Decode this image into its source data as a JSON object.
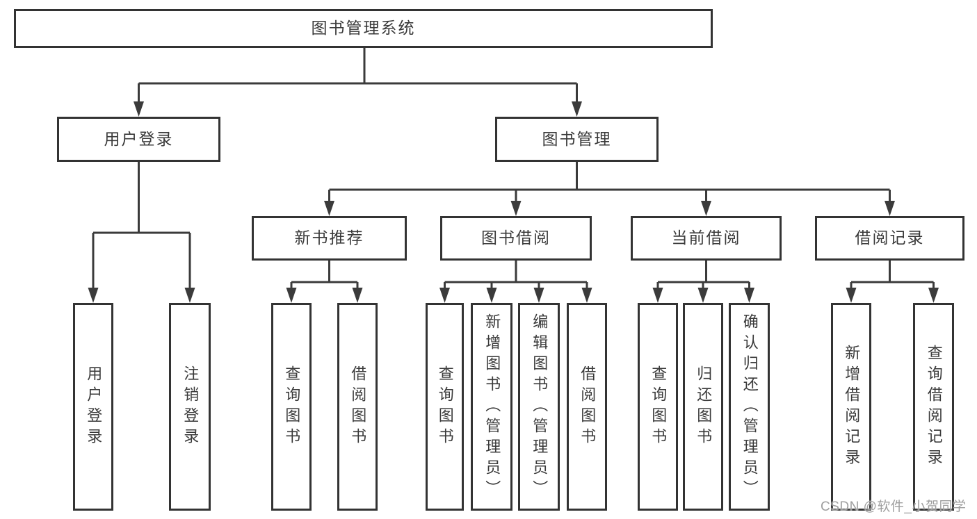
{
  "tree": {
    "label": "图书管理系统",
    "children": [
      {
        "label": "用户登录",
        "children": [
          {
            "label": "用户登录"
          },
          {
            "label": "注销登录"
          }
        ]
      },
      {
        "label": "图书管理",
        "children": [
          {
            "label": "新书推荐",
            "children": [
              {
                "label": "查询图书"
              },
              {
                "label": "借阅图书"
              }
            ]
          },
          {
            "label": "图书借阅",
            "children": [
              {
                "label": "查询图书"
              },
              {
                "label": "新增图书（管理员）"
              },
              {
                "label": "编辑图书（管理员）"
              },
              {
                "label": "借阅图书"
              }
            ]
          },
          {
            "label": "当前借阅",
            "children": [
              {
                "label": "查询图书"
              },
              {
                "label": "归还图书"
              },
              {
                "label": "确认归还（管理员）"
              }
            ]
          },
          {
            "label": "借阅记录",
            "children": [
              {
                "label": "新增借阅记录"
              },
              {
                "label": "查询借阅记录"
              }
            ]
          }
        ]
      }
    ]
  },
  "watermark": {
    "text": "CSDN @软件_小贺同学"
  },
  "colors": {
    "line": "#3b3b3b",
    "border": "#333333",
    "text": "#3a3a3a",
    "watermark": "#9e9e9e",
    "background": "#ffffff"
  }
}
